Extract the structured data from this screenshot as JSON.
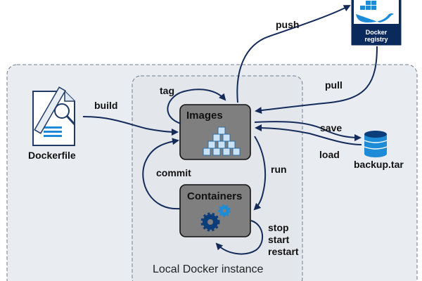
{
  "nodes": {
    "dockerfile": "Dockerfile",
    "images": "Images",
    "containers": "Containers",
    "registry_line1": "Docker",
    "registry_line2": "registry",
    "backup": "backup.tar",
    "instance": "Local Docker instance"
  },
  "edges": {
    "push": "push",
    "pull": "pull",
    "tag": "tag",
    "build": "build",
    "save": "save",
    "load": "load",
    "commit": "commit",
    "run": "run",
    "stop": "stop",
    "start": "start",
    "restart": "restart"
  },
  "colors": {
    "arrow": "#142b5a",
    "box_fill": "#7f7f7f",
    "box_stroke": "#111111",
    "panel_fill": "#e9edf2",
    "panel_stroke": "#6f7d8c",
    "registry_fill": "#0b2a5c",
    "icon_blue": "#1d8bd6"
  },
  "icons": [
    "document-icon",
    "ruler-icon",
    "magnifier-icon",
    "stacked-cubes-icon",
    "gear-icon",
    "whale-icon",
    "database-icon"
  ]
}
